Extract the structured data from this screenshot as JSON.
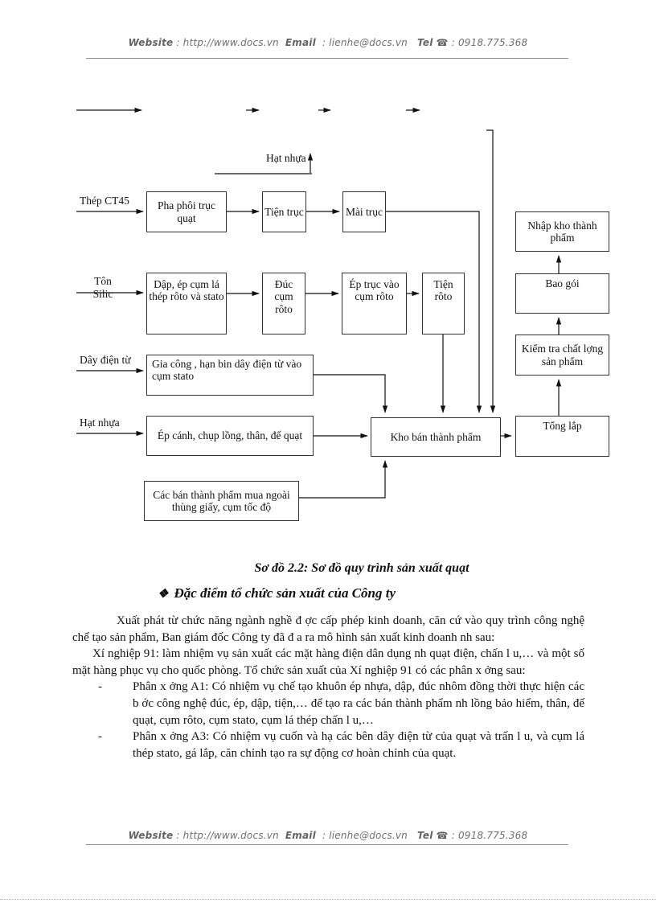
{
  "header": {
    "website_label": "Website",
    "website_value": ": http://www.docs.vn",
    "email_label": "Email",
    "email_value": ": lienhe@docs.vn",
    "tel_label": "Tel",
    "phone_icon": "☎",
    "tel_value": ": 0918.775.368"
  },
  "diagram": {
    "top_label": "Hạt nhựa",
    "inputs": {
      "thep": "Thép CT45",
      "ton": "Tôn\nSilic",
      "day": "Dây điện từ",
      "hat": "Hạt nhựa"
    },
    "boxes": {
      "pha_phoi": "Pha phôi trục quạt",
      "tien_truc": "Tiện trục",
      "mai_truc": "Mài trục",
      "dap_ep": "Dập, ép cụm lá thép rôto và stato",
      "duc_cum": "Đúc cụm rôto",
      "ep_truc": "Ép trục vào cụm rôto",
      "tien_roto": "Tiện rôto",
      "gia_cong": "Gia công , hạn bin dây điện từ vào cụm stato",
      "ep_canh": "Ép cánh, chụp lồng, thân, đế quạt",
      "kho_ban": "Kho bán thành phẩm",
      "cac_ban": "Các bán thành phẩm mua ngoài thùng giấy, cụm tốc độ",
      "nhap_kho": "Nhập kho thành phẩm",
      "bao_goi": "Bao gói",
      "kiem_tra": "Kiểm tra chất lợng  sản phẩm",
      "tong_lap": "Tổng lắp"
    }
  },
  "caption": "Sơ đồ 2.2: Sơ đồ quy trình sản xuất quạt",
  "section_heading": {
    "bullet": "❖",
    "text": "Đặc điểm tổ chức sản xuất của Công ty"
  },
  "body": {
    "paragraphs": [
      {
        "text": "Xuất phát từ chức năng ngành nghề đ ợc cấp phép kinh doanh, căn cứ vào quy trình công nghệ chế tạo sản phẩm, Ban giám đốc Công ty đã đ a ra mô hình sản xuất kinh doanh nh  sau:"
      },
      {
        "text": "Xí nghiệp 91:  làm nhiệm vụ sản xuất các mặt hàng điện dân dụng nh  quạt điện, chấn l u,…  và một số mặt hàng phục vụ cho quốc phòng. Tổ chức sản xuất của Xí nghiệp 91 có các phân x ởng sau:"
      }
    ],
    "list_items": [
      {
        "marker": "-",
        "text": "Phân x ởng A1: Có nhiệm vụ chế tạo khuôn ép nhựa, dập, đúc nhôm đồng thời thực hiện các b ớc công nghệ đúc, ép, dập, tiện,…  để tạo ra các bán thành phẩm nh  lồng bảo hiểm, thân, đế quạt, cụm rôto, cụm stato, cụm lá thép chấn l u,…"
      },
      {
        "marker": "-",
        "text": "Phân x ởng A3: Có nhiệm vụ cuốn và hạ các bên dây điện từ của quạt và trấn l u, và cụm lá thép stato, gá lắp, căn chỉnh tạo ra sự động cơ hoàn chỉnh của quạt."
      }
    ]
  },
  "footer": {
    "website_label": "Website",
    "website_value": ": http://www.docs.vn",
    "email_label": "Email",
    "email_value": ": lienhe@docs.vn",
    "tel_label": "Tel",
    "phone_icon": "☎",
    "tel_value": ": 0918.775.368"
  }
}
